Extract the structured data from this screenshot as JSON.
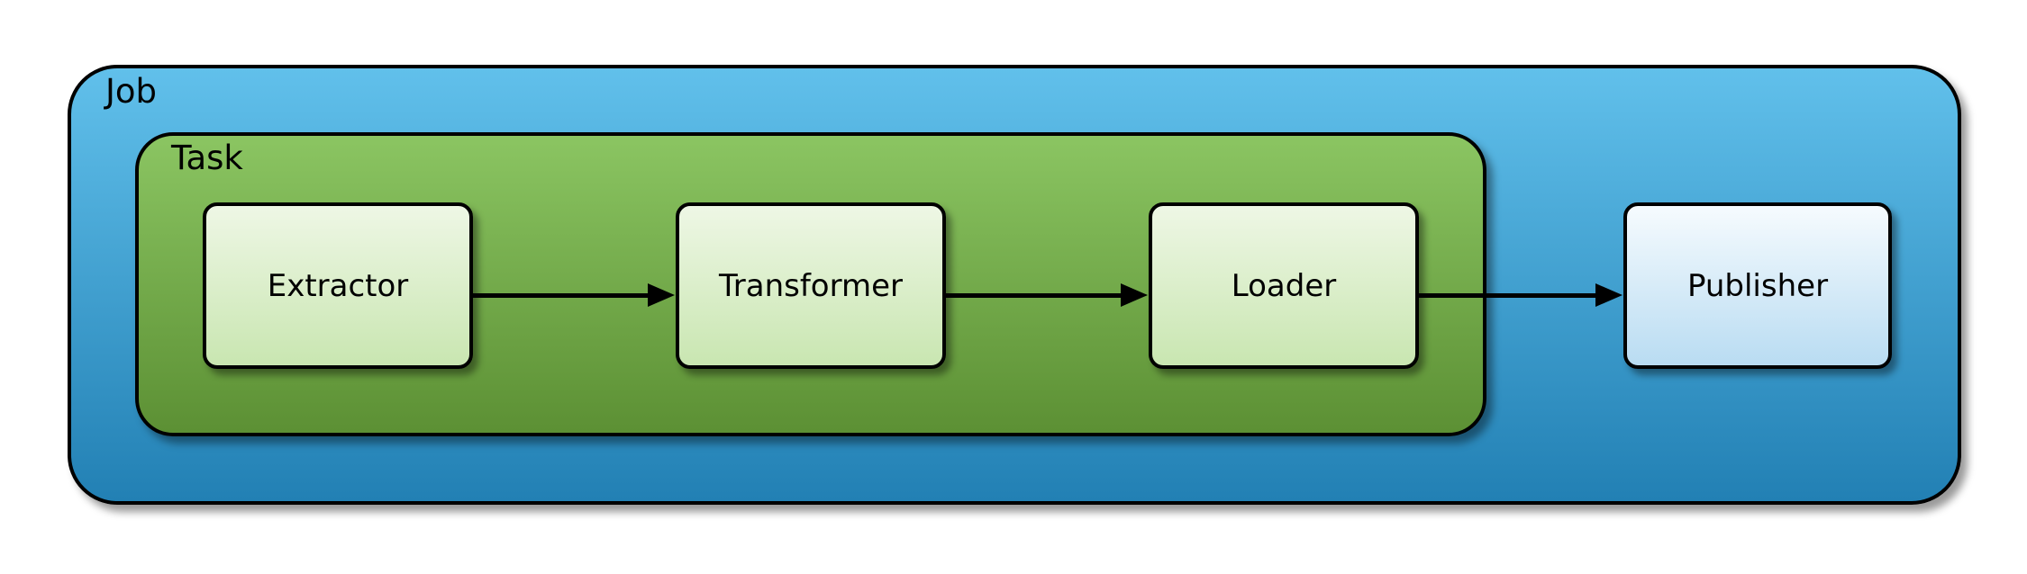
{
  "diagram": {
    "type": "nested-container-flow",
    "containers": {
      "job": {
        "label": "Job",
        "fill_top": "#61c0eb",
        "fill_bottom": "#2280b4"
      },
      "task": {
        "label": "Task",
        "fill_top": "#8bc562",
        "fill_bottom": "#5c9034"
      }
    },
    "nodes": [
      {
        "id": "extractor",
        "label": "Extractor",
        "parent": "Task",
        "fill_top": "#eef7e5",
        "fill_bottom": "#c9e6b1"
      },
      {
        "id": "transformer",
        "label": "Transformer",
        "parent": "Task",
        "fill_top": "#eef7e5",
        "fill_bottom": "#c9e6b1"
      },
      {
        "id": "loader",
        "label": "Loader",
        "parent": "Task",
        "fill_top": "#eef7e5",
        "fill_bottom": "#c9e6b1"
      },
      {
        "id": "publisher",
        "label": "Publisher",
        "parent": "Job",
        "fill_top": "#f6fbfe",
        "fill_bottom": "#b9dcf2"
      }
    ],
    "edges": [
      {
        "from": "Extractor",
        "to": "Transformer"
      },
      {
        "from": "Transformer",
        "to": "Loader"
      },
      {
        "from": "Loader",
        "to": "Publisher"
      }
    ],
    "stroke_color": "#000000",
    "background_color": "#ffffff"
  }
}
